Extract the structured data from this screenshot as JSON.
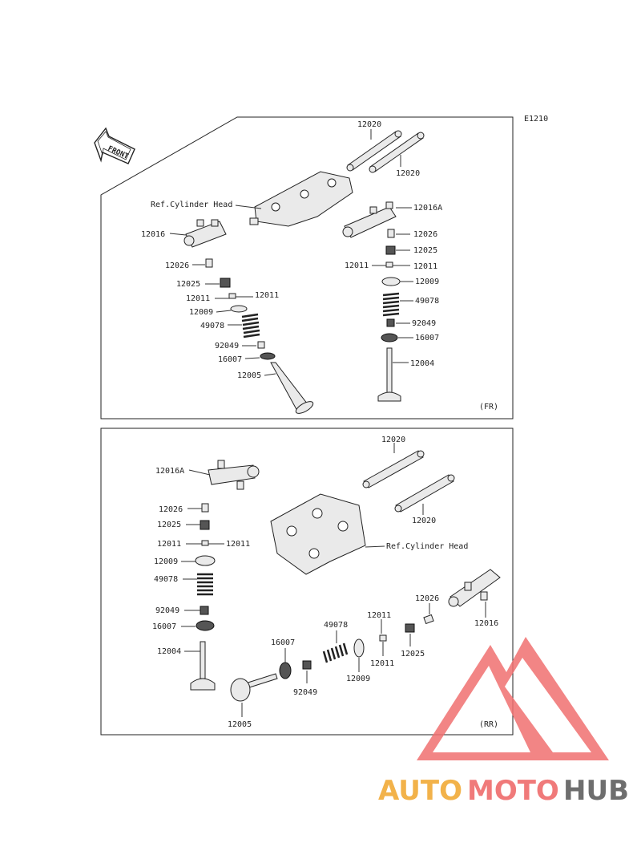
{
  "diagram_code": "E1210",
  "front_arrow_label": "FRONT",
  "panel_fr": {
    "tag": "(FR)",
    "labels": {
      "camshaft_a": "12020",
      "camshaft_b": "12020",
      "ref_cylinder_head": "Ref.Cylinder Head",
      "rocker_left": "12016",
      "adjuster_left": "12026",
      "nut_left": "12025",
      "keeper_l_a": "12011",
      "keeper_l_b": "12011",
      "retainer_left": "12009",
      "spring_left": "49078",
      "seal_left": "92049",
      "seat_left": "16007",
      "valve_left": "12005",
      "rocker_right": "12016A",
      "adjuster_right": "12026",
      "nut_right": "12025",
      "keeper_r_a": "12011",
      "keeper_r_b": "12011",
      "retainer_right": "12009",
      "spring_right": "49078",
      "seal_right": "92049",
      "seat_right": "16007",
      "valve_right": "12004"
    }
  },
  "panel_rr": {
    "tag": "(RR)",
    "labels": {
      "camshaft_a": "12020",
      "camshaft_b": "12020",
      "ref_cylinder_head": "Ref.Cylinder Head",
      "rocker_left": "12016A",
      "adjuster_left": "12026",
      "nut_left": "12025",
      "keeper_l_a": "12011",
      "keeper_l_b": "12011",
      "retainer_left": "12009",
      "spring_left": "49078",
      "seal_left": "92049",
      "seat_left": "16007",
      "valve_left": "12004",
      "rocker_right": "12016",
      "adjuster_right": "12026",
      "nut_right": "12025",
      "keeper_r_a": "12011",
      "keeper_r_b": "12011",
      "retainer_bottom": "12009",
      "spring_bottom": "49078",
      "seal_bottom": "92049",
      "seat_bottom": "16007",
      "valve_bottom": "12005"
    }
  },
  "watermark": {
    "part1": "AUTO",
    "part2": "MOTO",
    "part3": "HUB",
    "color1": "#f2b24a",
    "color2": "#f07a7a",
    "color3": "#6e6e6e",
    "logo_color": "#f07070"
  }
}
